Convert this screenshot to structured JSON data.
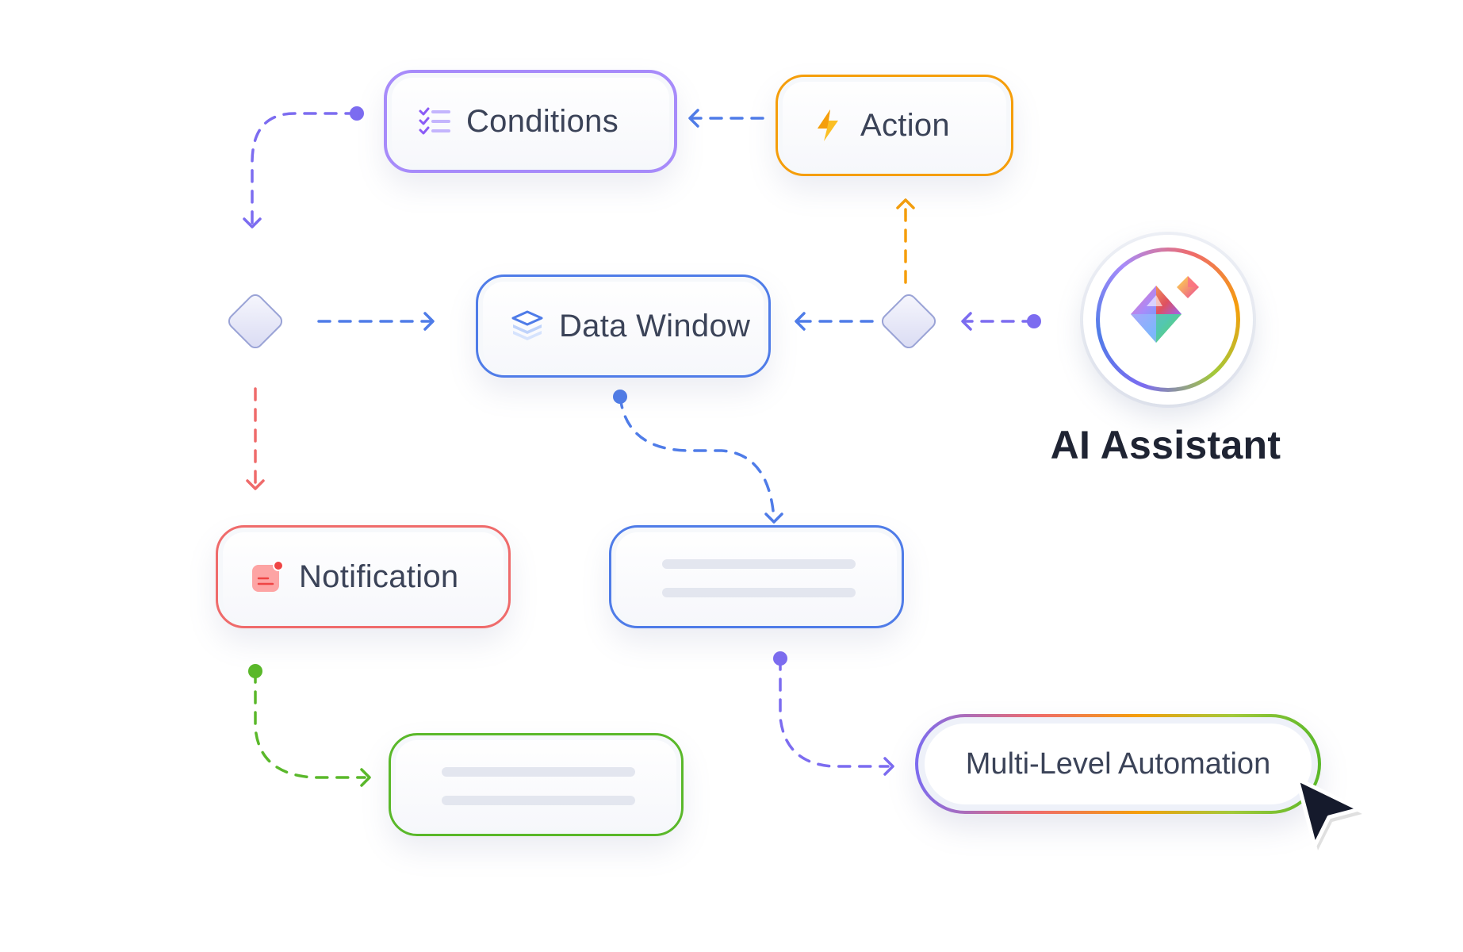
{
  "nodes": {
    "conditions": {
      "label": "Conditions",
      "icon": "checklist-icon",
      "color": "#a78bfa"
    },
    "action": {
      "label": "Action",
      "icon": "lightning-icon",
      "color": "#f59e0b"
    },
    "data_window": {
      "label": "Data Window",
      "icon": "layers-icon",
      "color": "#4f7ce8"
    },
    "notification": {
      "label": "Notification",
      "icon": "notification-icon",
      "color": "#ef6b6b"
    },
    "placeholder_blue": {
      "color": "#4f7ce8"
    },
    "placeholder_green": {
      "color": "#5ab82a"
    }
  },
  "automation": {
    "label": "Multi-Level Automation"
  },
  "ai_assistant": {
    "title": "AI Assistant",
    "icon": "gem-sparkle-icon"
  },
  "cursor": {
    "icon": "cursor-arrow-icon"
  },
  "decisions": [
    {
      "name": "left-decision-diamond"
    },
    {
      "name": "right-decision-diamond"
    }
  ],
  "connector_colors": {
    "purple": "#7c6cf0",
    "blue": "#4f7ce8",
    "orange": "#f59e0b",
    "red": "#ef6b6b",
    "green": "#5ab82a"
  }
}
